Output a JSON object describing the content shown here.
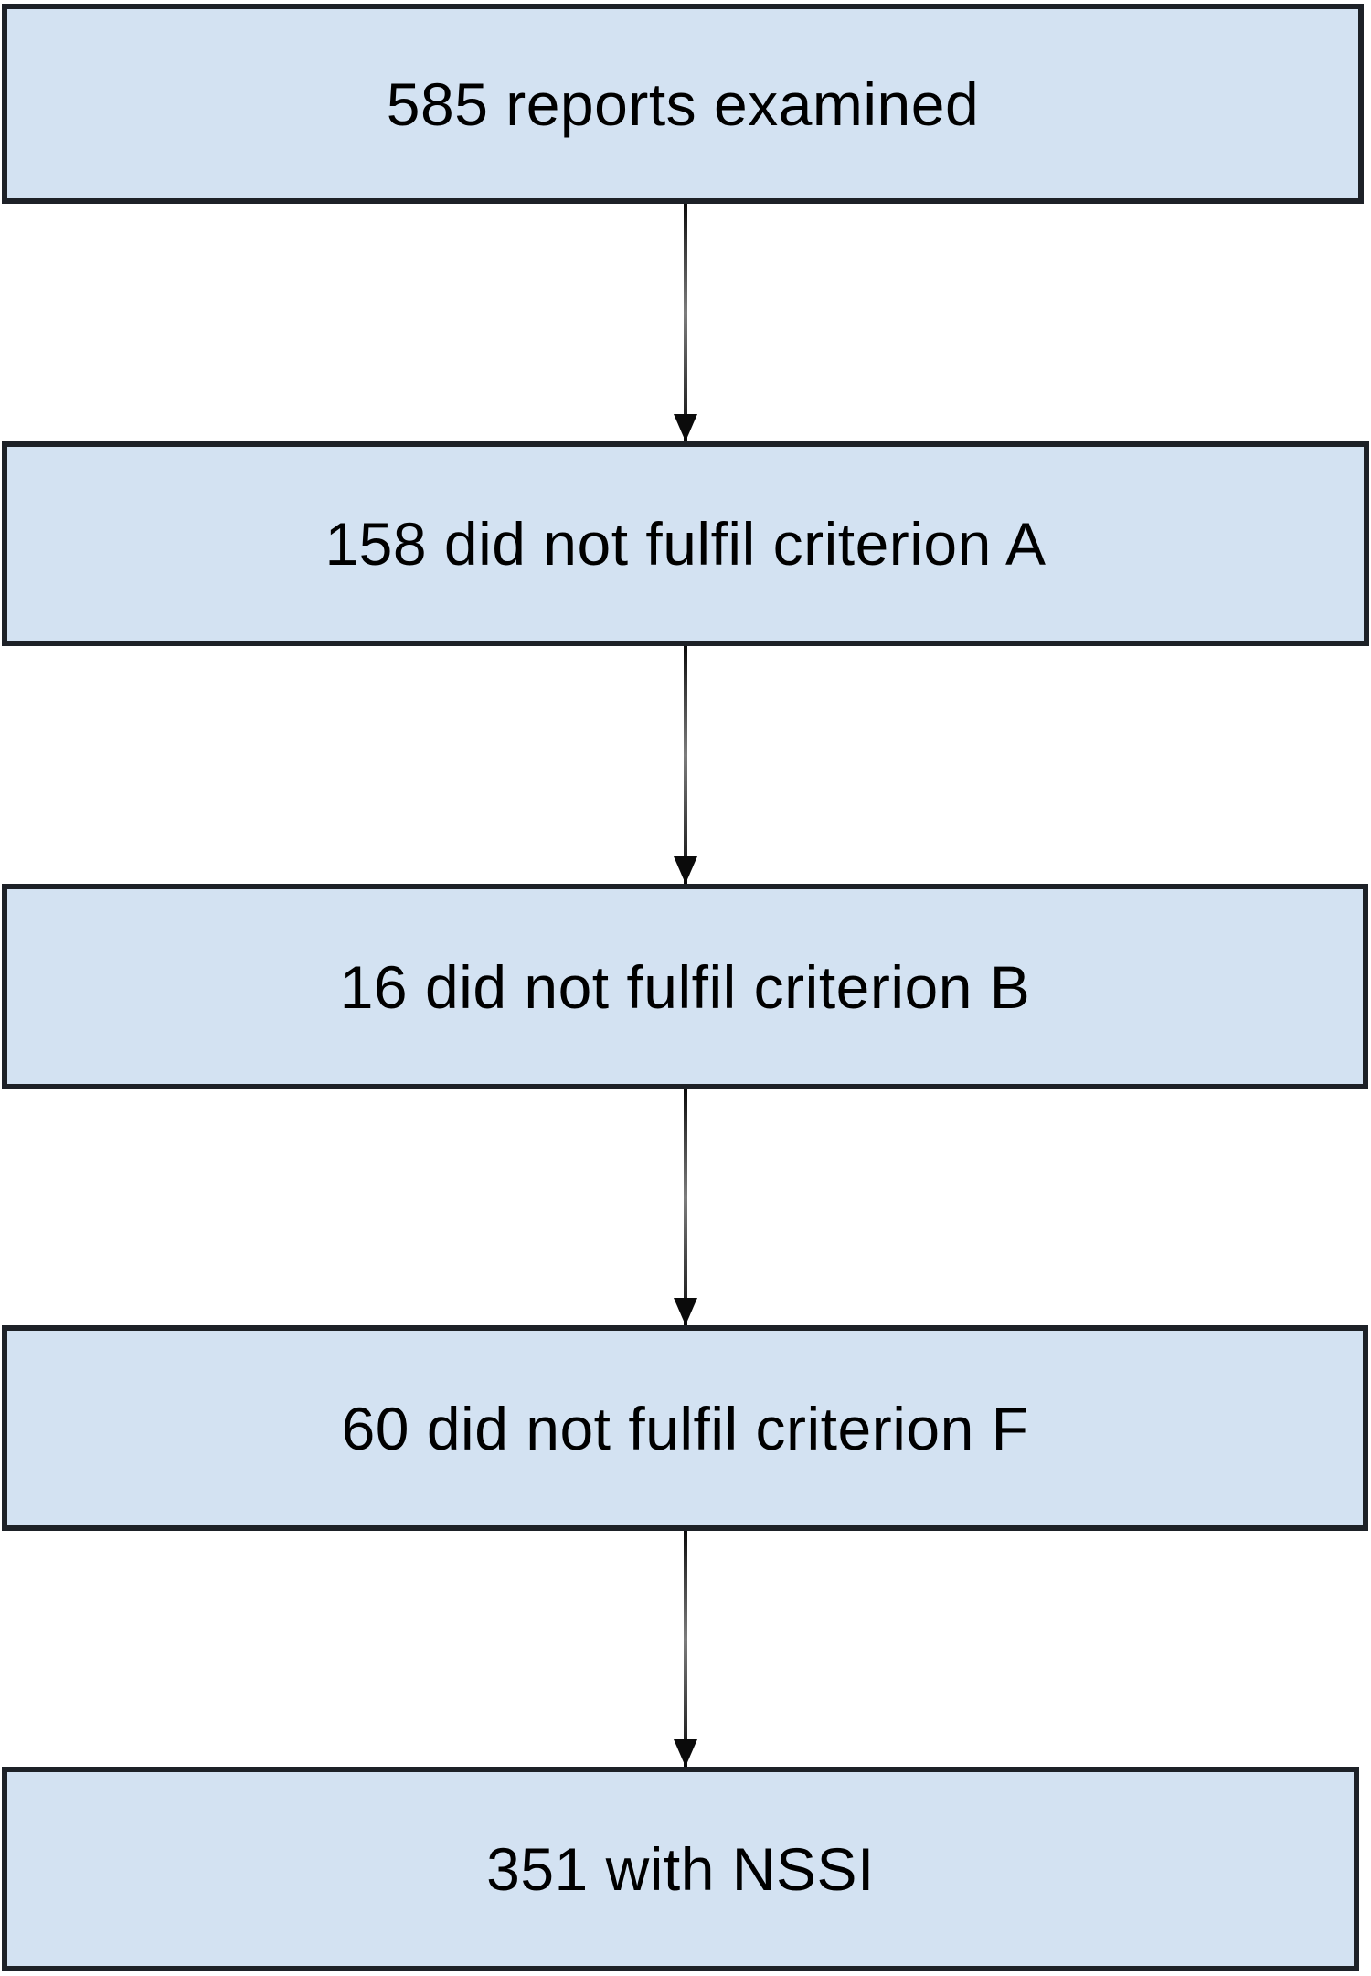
{
  "flowchart": {
    "nodes": [
      {
        "label": "585 reports examined",
        "value": 585
      },
      {
        "label": "158 did not fulfil criterion A",
        "value": 158
      },
      {
        "label": "16 did not fulfil criterion B",
        "value": 16
      },
      {
        "label": "60 did not fulfil criterion F",
        "value": 60
      },
      {
        "label": "351 with NSSI",
        "value": 351
      }
    ],
    "connectors": [
      {
        "from": 0,
        "to": 1,
        "direction": "down"
      },
      {
        "from": 1,
        "to": 2,
        "direction": "down"
      },
      {
        "from": 2,
        "to": 3,
        "direction": "down"
      },
      {
        "from": 3,
        "to": 4,
        "direction": "down"
      }
    ],
    "style": {
      "node_fill": "#d3e2f2",
      "node_border": "#1d2127",
      "text_color": "#000000",
      "arrow_color": "#0b0b0b",
      "background": "#ffffff"
    }
  }
}
